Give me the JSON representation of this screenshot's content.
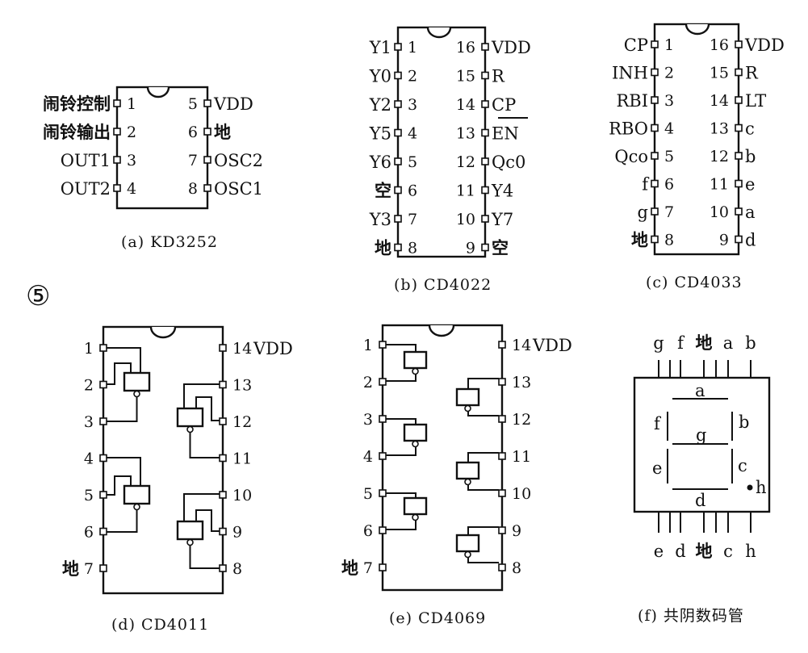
{
  "figure_number": "⑤",
  "colors": {
    "ink": "#111111",
    "paper": "#ffffff"
  },
  "chips": {
    "a": {
      "caption": "(a) KD3252",
      "left": [
        {
          "n": "1",
          "label": "闹铃控制"
        },
        {
          "n": "2",
          "label": "闹铃输出"
        },
        {
          "n": "3",
          "label": "OUT1"
        },
        {
          "n": "4",
          "label": "OUT2"
        }
      ],
      "right": [
        {
          "n": "5",
          "label": "VDD"
        },
        {
          "n": "6",
          "label": "地"
        },
        {
          "n": "7",
          "label": "OSC2"
        },
        {
          "n": "8",
          "label": "OSC1"
        }
      ]
    },
    "b": {
      "caption": "(b) CD4022",
      "left": [
        {
          "n": "1",
          "label": "Y1"
        },
        {
          "n": "2",
          "label": "Y0"
        },
        {
          "n": "3",
          "label": "Y2"
        },
        {
          "n": "4",
          "label": "Y5"
        },
        {
          "n": "5",
          "label": "Y6"
        },
        {
          "n": "6",
          "label": "空"
        },
        {
          "n": "7",
          "label": "Y3"
        },
        {
          "n": "8",
          "label": "地"
        }
      ],
      "right": [
        {
          "n": "16",
          "label": "VDD"
        },
        {
          "n": "15",
          "label": "R"
        },
        {
          "n": "14",
          "label": "CP"
        },
        {
          "n": "13",
          "label": "EN"
        },
        {
          "n": "12",
          "label": "Qc0"
        },
        {
          "n": "11",
          "label": "Y4"
        },
        {
          "n": "10",
          "label": "Y7"
        },
        {
          "n": "9",
          "label": "空"
        }
      ]
    },
    "c": {
      "caption": "(c) CD4033",
      "left": [
        {
          "n": "1",
          "label": "CP"
        },
        {
          "n": "2",
          "label": "INH"
        },
        {
          "n": "3",
          "label": "RBI"
        },
        {
          "n": "4",
          "label": "RBO"
        },
        {
          "n": "5",
          "label": "Qco"
        },
        {
          "n": "6",
          "label": "f"
        },
        {
          "n": "7",
          "label": "g"
        },
        {
          "n": "8",
          "label": "地"
        }
      ],
      "right": [
        {
          "n": "16",
          "label": "VDD"
        },
        {
          "n": "15",
          "label": "R"
        },
        {
          "n": "14",
          "label": "LT"
        },
        {
          "n": "13",
          "label": "c"
        },
        {
          "n": "12",
          "label": "b"
        },
        {
          "n": "11",
          "label": "e"
        },
        {
          "n": "10",
          "label": "a"
        },
        {
          "n": "9",
          "label": "d"
        }
      ]
    },
    "d": {
      "caption": "(d) CD4011",
      "left": [
        {
          "n": "1",
          "label": ""
        },
        {
          "n": "2",
          "label": ""
        },
        {
          "n": "3",
          "label": ""
        },
        {
          "n": "4",
          "label": ""
        },
        {
          "n": "5",
          "label": ""
        },
        {
          "n": "6",
          "label": ""
        },
        {
          "n": "7",
          "label": "地"
        }
      ],
      "right": [
        {
          "n": "14",
          "label": "VDD"
        },
        {
          "n": "13",
          "label": ""
        },
        {
          "n": "12",
          "label": ""
        },
        {
          "n": "11",
          "label": ""
        },
        {
          "n": "10",
          "label": ""
        },
        {
          "n": "9",
          "label": ""
        },
        {
          "n": "8",
          "label": ""
        }
      ]
    },
    "e": {
      "caption": "(e) CD4069",
      "left": [
        {
          "n": "1",
          "label": ""
        },
        {
          "n": "2",
          "label": ""
        },
        {
          "n": "3",
          "label": ""
        },
        {
          "n": "4",
          "label": ""
        },
        {
          "n": "5",
          "label": ""
        },
        {
          "n": "6",
          "label": ""
        },
        {
          "n": "7",
          "label": "地"
        }
      ],
      "right": [
        {
          "n": "14",
          "label": "VDD"
        },
        {
          "n": "13",
          "label": ""
        },
        {
          "n": "12",
          "label": ""
        },
        {
          "n": "11",
          "label": ""
        },
        {
          "n": "10",
          "label": ""
        },
        {
          "n": "9",
          "label": ""
        },
        {
          "n": "8",
          "label": ""
        }
      ]
    }
  },
  "display": {
    "caption": "(f) 共阴数码管",
    "top_pins": [
      "g",
      "f",
      "地",
      "a",
      "b"
    ],
    "bottom_pins": [
      "e",
      "d",
      "地",
      "c",
      "h"
    ],
    "segments": {
      "a": "a",
      "b": "b",
      "c": "c",
      "d": "d",
      "e": "e",
      "f": "f",
      "g": "g",
      "h": "h"
    }
  }
}
